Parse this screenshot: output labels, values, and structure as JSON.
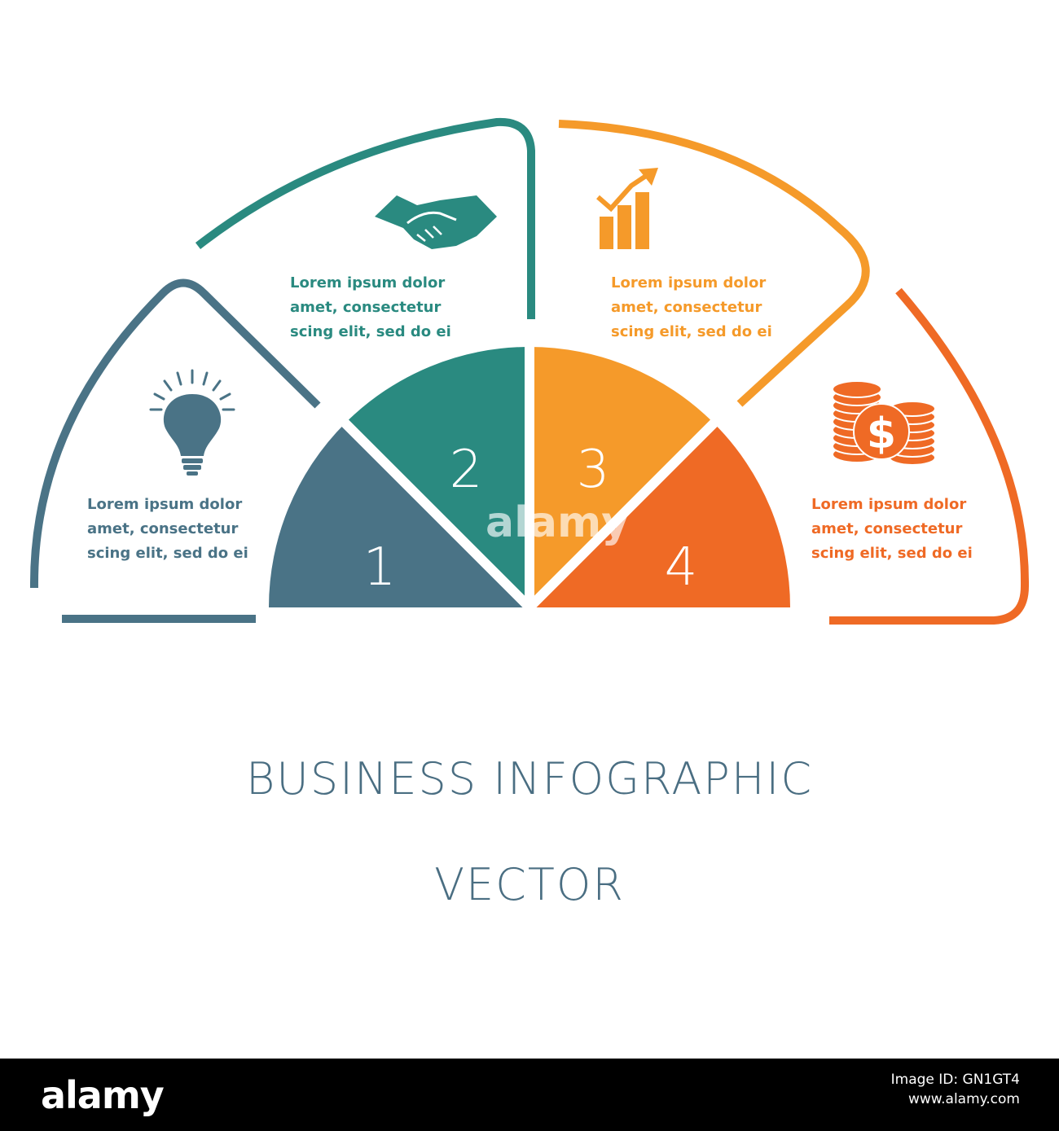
{
  "colors": {
    "segment_1": "#4a7386",
    "segment_2": "#2a8a80",
    "segment_3": "#f59a2a",
    "segment_4": "#ef6a25",
    "title": "#4a6e82"
  },
  "segments": [
    {
      "number": "1",
      "icon": "lightbulb-icon",
      "text": [
        "Lorem ipsum dolor",
        "amet, consectetur",
        "scing elit, sed do ei"
      ]
    },
    {
      "number": "2",
      "icon": "handshake-icon",
      "text": [
        "Lorem ipsum dolor",
        "amet, consectetur",
        "scing elit, sed do ei"
      ]
    },
    {
      "number": "3",
      "icon": "growth-chart-icon",
      "text": [
        "Lorem ipsum dolor",
        "amet, consectetur",
        "scing elit, sed do ei"
      ]
    },
    {
      "number": "4",
      "icon": "dollar-coins-icon",
      "text": [
        "Lorem ipsum dolor",
        "amet, consectetur",
        "scing elit, sed do ei"
      ]
    }
  ],
  "title": {
    "line1": "BUSINESS INFOGRAPHIC",
    "line2": "VECTOR"
  },
  "watermark": "alamy",
  "footer": {
    "logo": "alamy",
    "line1": "Image ID: GN1GT4",
    "line2": "www.alamy.com"
  }
}
